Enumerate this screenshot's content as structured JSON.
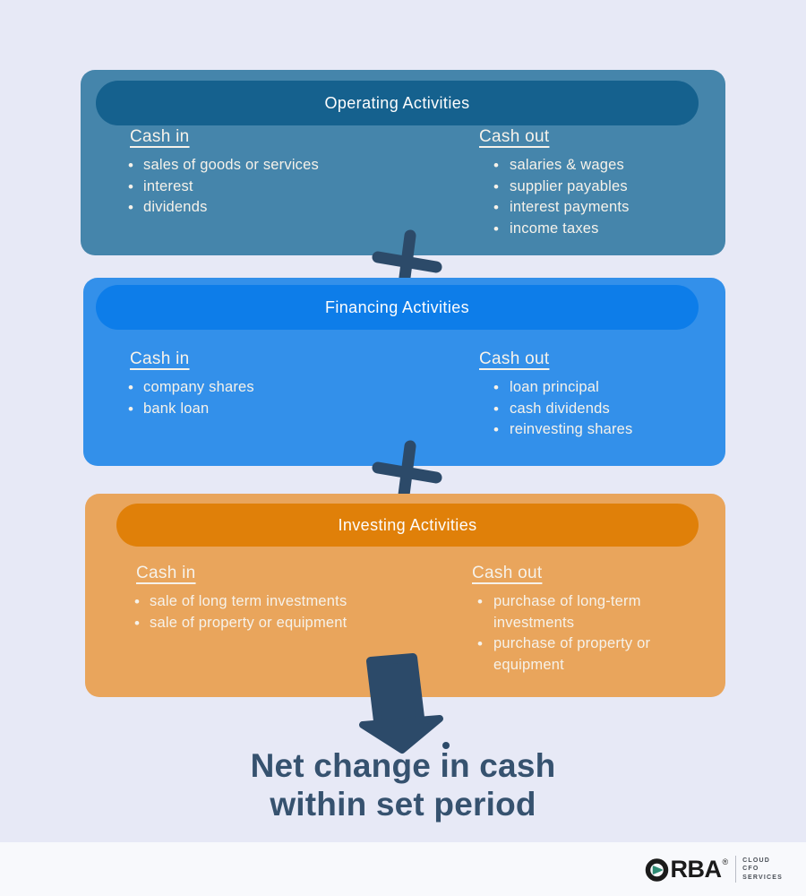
{
  "page": {
    "background_color": "#e7e9f6",
    "footer_band_color": "#f8f9fc",
    "navy_accent_color": "#2c4a69",
    "title_text_color": "#36526f"
  },
  "sections": [
    {
      "title": "Operating Activities",
      "pill_color": "#15618e",
      "body_color": "#4585ab",
      "cash_in": {
        "label": "Cash in",
        "items": [
          "sales of goods or services",
          "interest",
          "dividends"
        ]
      },
      "cash_out": {
        "label": "Cash out",
        "items": [
          "salaries & wages",
          "supplier payables",
          "interest payments",
          "income taxes"
        ]
      }
    },
    {
      "title": "Financing Activities",
      "pill_color": "#0d7de9",
      "body_color": "#3390ea",
      "cash_in": {
        "label": "Cash in",
        "items": [
          "company shares",
          "bank loan"
        ]
      },
      "cash_out": {
        "label": "Cash out",
        "items": [
          "loan principal",
          "cash dividends",
          "reinvesting shares"
        ]
      }
    },
    {
      "title": "Investing Activities",
      "pill_color": "#e08009",
      "body_color": "#e9a55c",
      "cash_in": {
        "label": "Cash in",
        "items": [
          "sale of long term investments",
          "sale of property or equipment"
        ]
      },
      "cash_out": {
        "label": "Cash out",
        "items": [
          "purchase of long-term investments",
          "purchase of property or equipment"
        ]
      }
    }
  ],
  "connectors": {
    "plus_icon": "plus",
    "arrow_icon": "arrow-down"
  },
  "conclusion": {
    "line1": "Net change in cash",
    "line2": "within set period"
  },
  "logo": {
    "brand": "ORBA",
    "brand_rest": "RBA",
    "registered": "®",
    "tagline": [
      "CLOUD",
      "CFO",
      "SERVICES"
    ]
  }
}
